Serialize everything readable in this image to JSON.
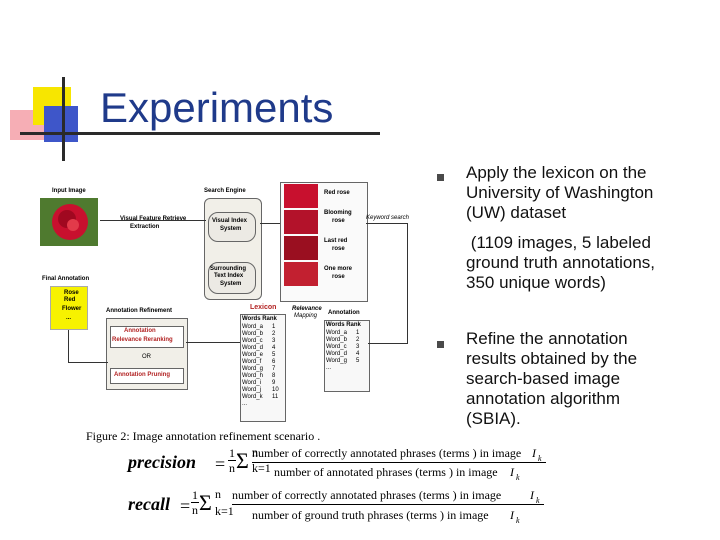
{
  "title": "Experiments",
  "bullets": [
    {
      "lines": [
        "Apply the lexicon on the",
        "University of Washington",
        "(UW) dataset",
        " (1109 images, 5 labeled",
        "ground truth annotations,",
        "350 unique words)"
      ]
    },
    {
      "lines": [
        "Refine the annotation",
        "results obtained by the",
        "search-based image",
        "annotation algorithm",
        "(SBIA)."
      ]
    }
  ],
  "figure": {
    "caption": "Figure 2: Image annotation refinement scenario .",
    "input_image": "Input Image",
    "search_engine": "Search Engine",
    "visual_feature": "Visual Feature Retrieve",
    "extraction": "Extraction",
    "visual_index": "Visual Index",
    "system": "System",
    "surrounding": "Surrounding",
    "text_index": "Text Index",
    "system2": "System",
    "results": [
      "Red rose",
      "Blooming",
      "rose",
      "Last red",
      "rose",
      "One more",
      "rose"
    ],
    "keyword_search": "Keyword search",
    "final_annotation": "Final Annotation",
    "final_words": [
      "Rose",
      "Red",
      "Flower",
      "..."
    ],
    "annotation_refinement": "Annotation Refinement",
    "annotation": "Annotation",
    "relevance_reranking": "Relevance Reranking",
    "or": "OR",
    "annotation_pruning": "Annotation Pruning",
    "lexicon": "Lexicon",
    "words_rank": "Words Rank",
    "relevance_mapping": "Relevance",
    "mapping": "Mapping",
    "annotation2": "Annotation",
    "words_rank2": "Words Rank",
    "lexicon_words": [
      "Word_a",
      "Word_b",
      "Word_c",
      "Word_d",
      "Word_e",
      "Word_f",
      "Word_g",
      "Word_h",
      "Word_i",
      "Word_j",
      "Word_k",
      "..."
    ],
    "lexicon_ranks": [
      "1",
      "2",
      "3",
      "4",
      "5",
      "6",
      "7",
      "8",
      "9",
      "10",
      "11",
      ""
    ],
    "annot_words": [
      "Word_a",
      "Word_b",
      "Word_c",
      "Word_d",
      "Word_g",
      "..."
    ],
    "annot_ranks": [
      "1",
      "2",
      "3",
      "4",
      "5",
      ""
    ]
  },
  "formulas": {
    "precision_label": "precision",
    "recall_label": "recall",
    "one": "1",
    "n": "n",
    "sum_upper": "n",
    "sum_lower": "k=1",
    "precision_num": "number of correctly annotated phrases (terms ) in image",
    "precision_den": "number of annotated phrases (terms ) in image",
    "recall_num": "number of correctly annotated phrases (terms ) in image",
    "recall_den": "number of ground truth phrases (terms ) in image",
    "ik": "I",
    "k": "k"
  }
}
